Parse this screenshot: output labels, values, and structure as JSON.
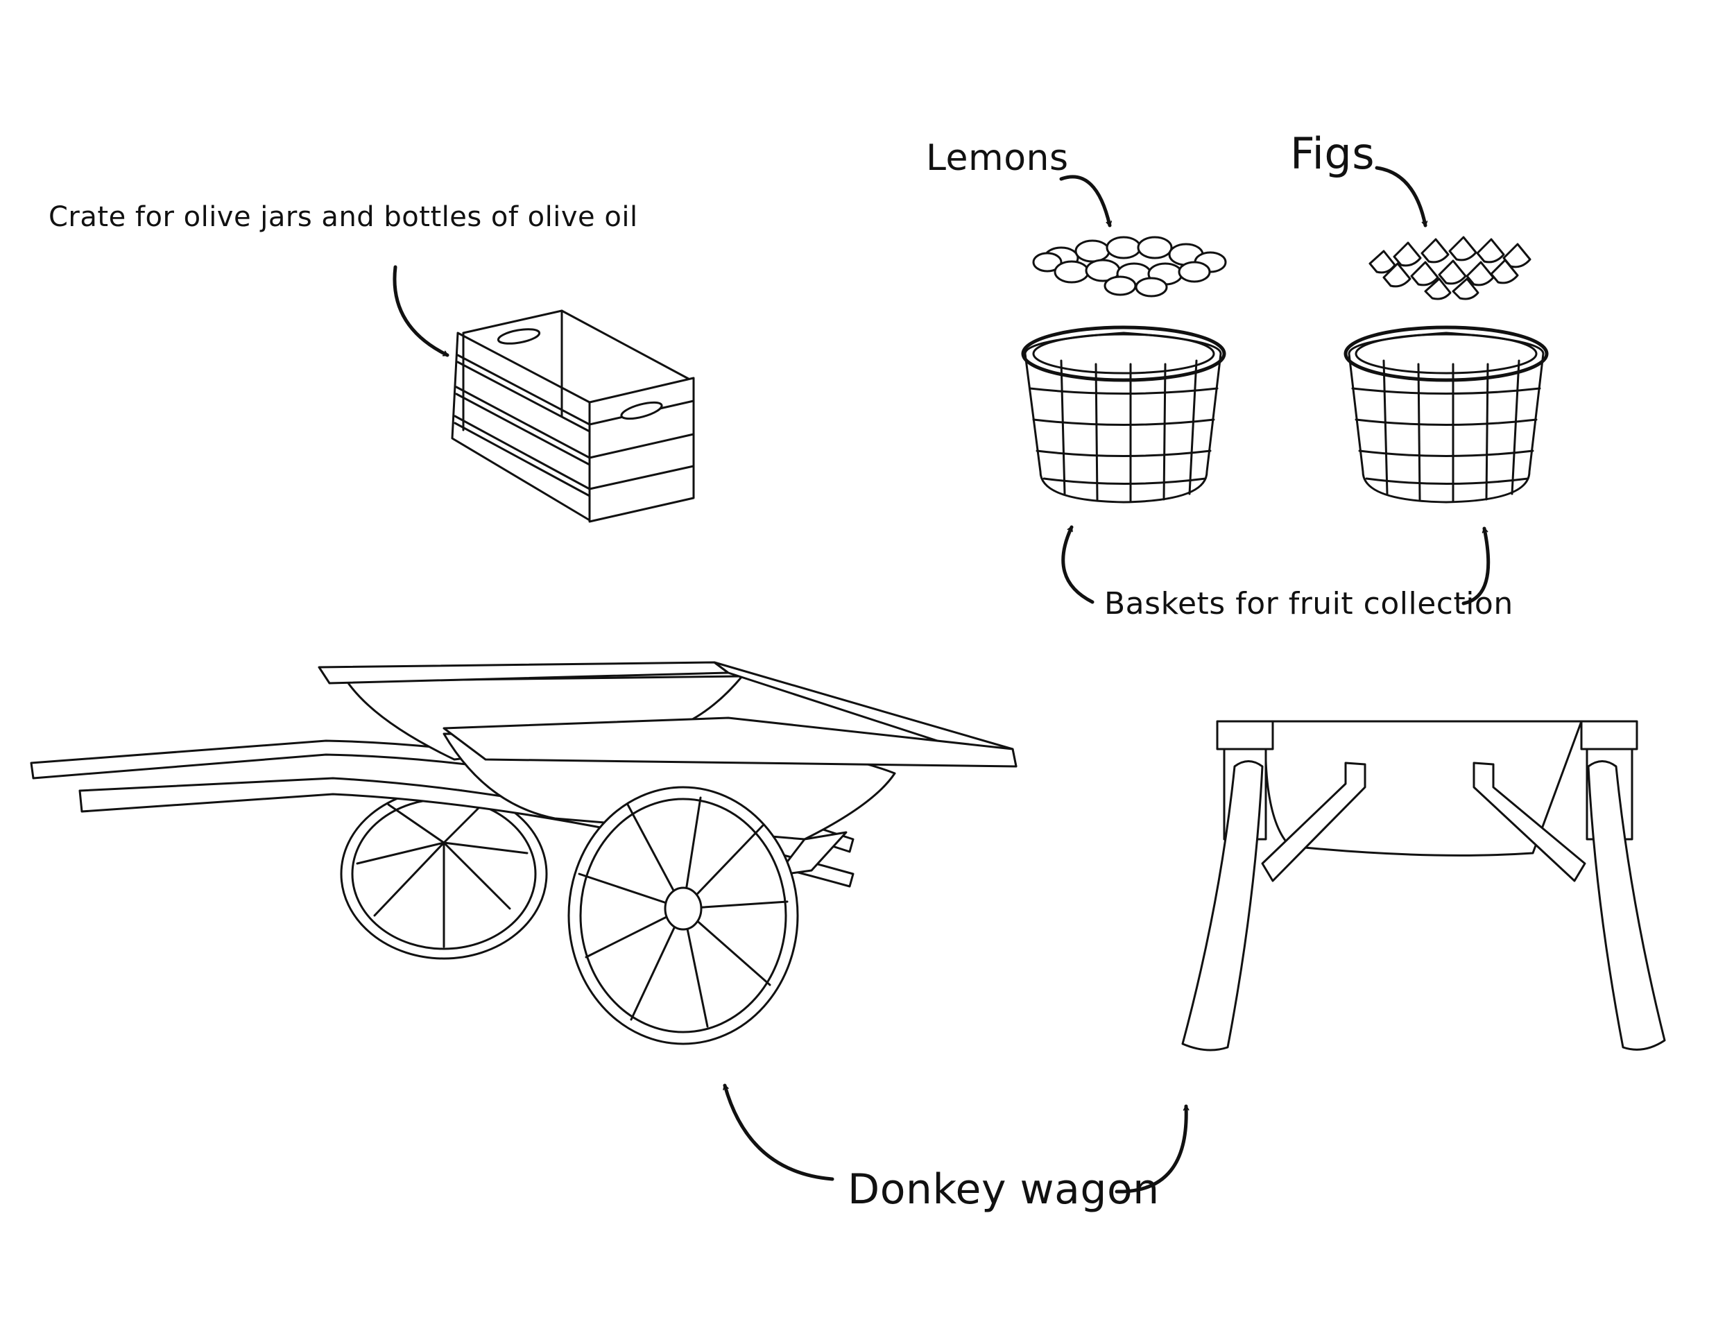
{
  "labels": {
    "crate": "Crate for olive jars and bottles of olive oil",
    "lemons": "Lemons",
    "figs": "Figs",
    "baskets": "Baskets for fruit collection",
    "donkey_wagon": "Donkey wagon"
  },
  "colors": {
    "ink": "#111111",
    "paper": "#ffffff"
  }
}
